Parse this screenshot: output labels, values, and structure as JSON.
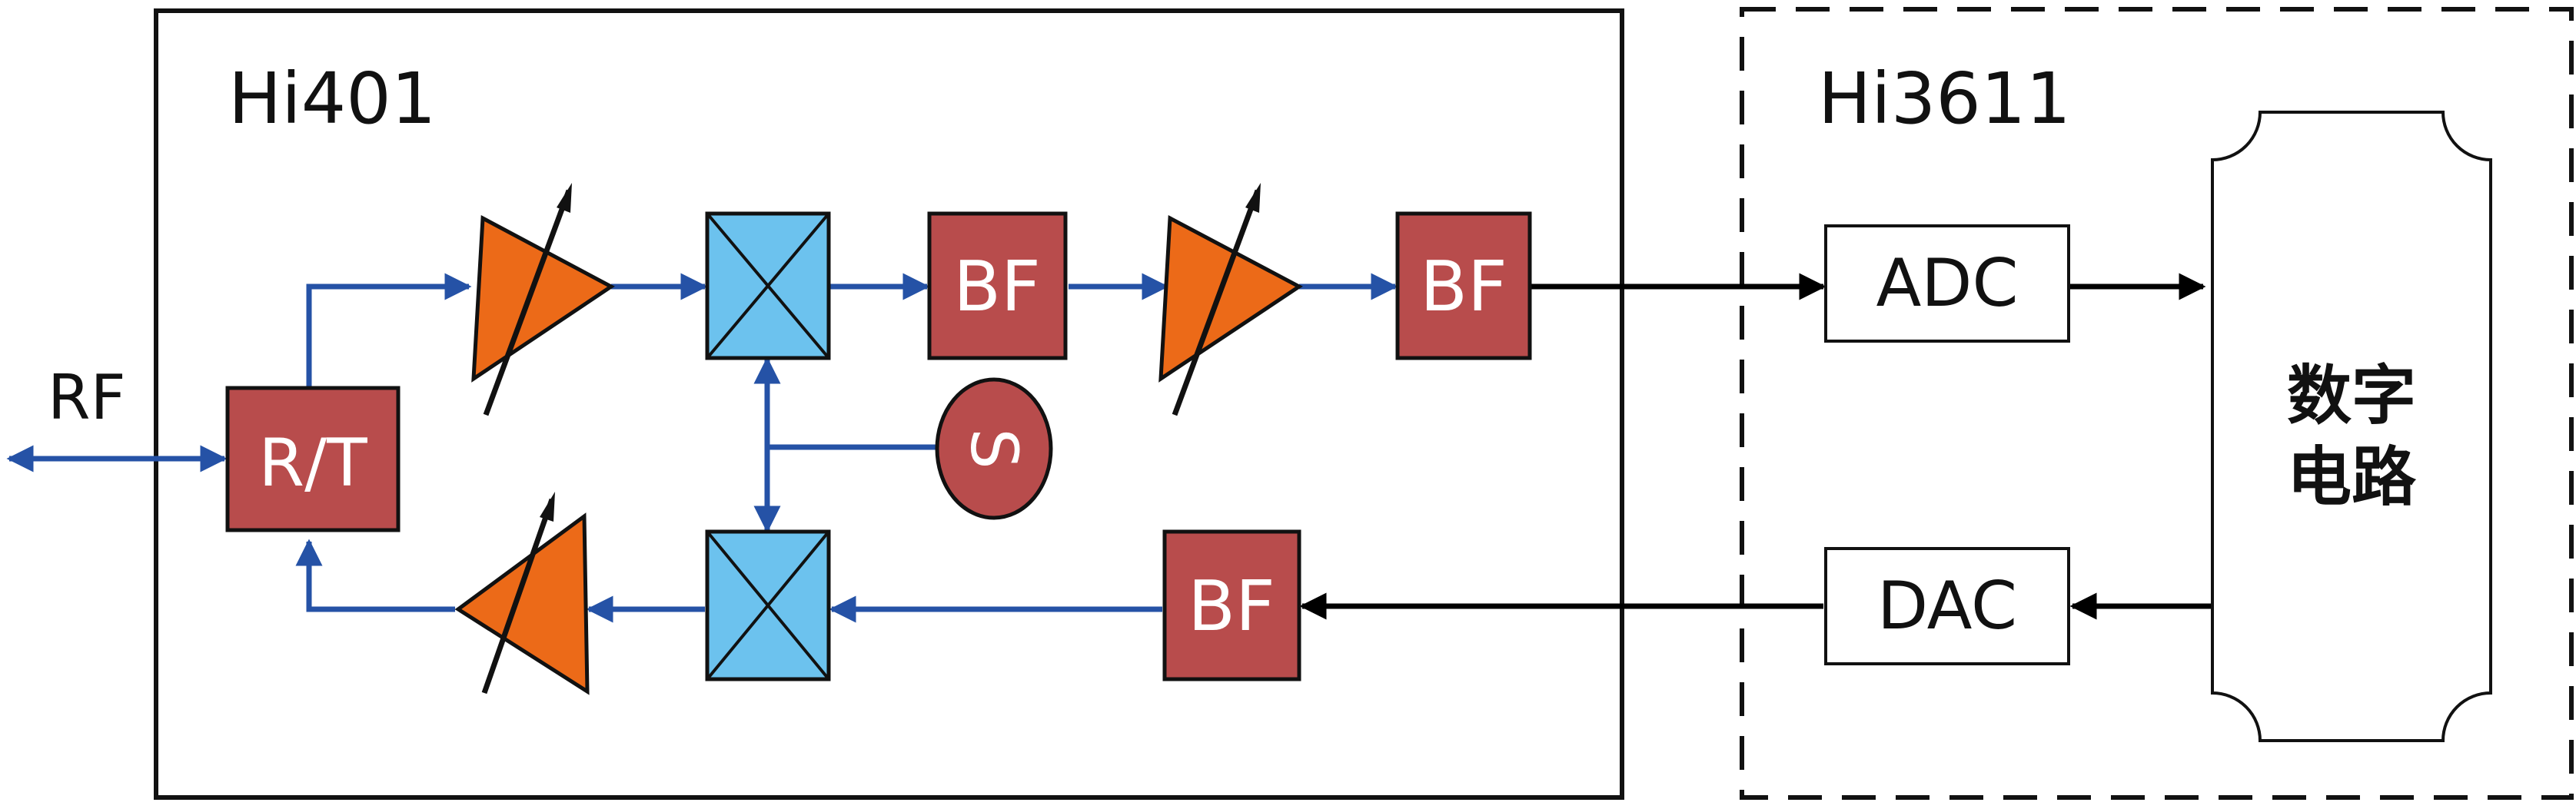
{
  "hi401": {
    "title": "Hi401"
  },
  "hi3611": {
    "title": "Hi3611"
  },
  "rf": {
    "label": "RF"
  },
  "rt": {
    "label": "R/T"
  },
  "bf": {
    "label": "BF"
  },
  "osc": {
    "label": "S"
  },
  "adc": {
    "label": "ADC"
  },
  "dac": {
    "label": "DAC"
  },
  "digital": {
    "line1": "数字",
    "line2": "电路"
  },
  "colors": {
    "block_red": "#B84C4C",
    "mixer_blue": "#6CC2EE",
    "amp_orange": "#EC6A18",
    "wire_blue": "#2552A6",
    "wire_black": "#000000"
  }
}
